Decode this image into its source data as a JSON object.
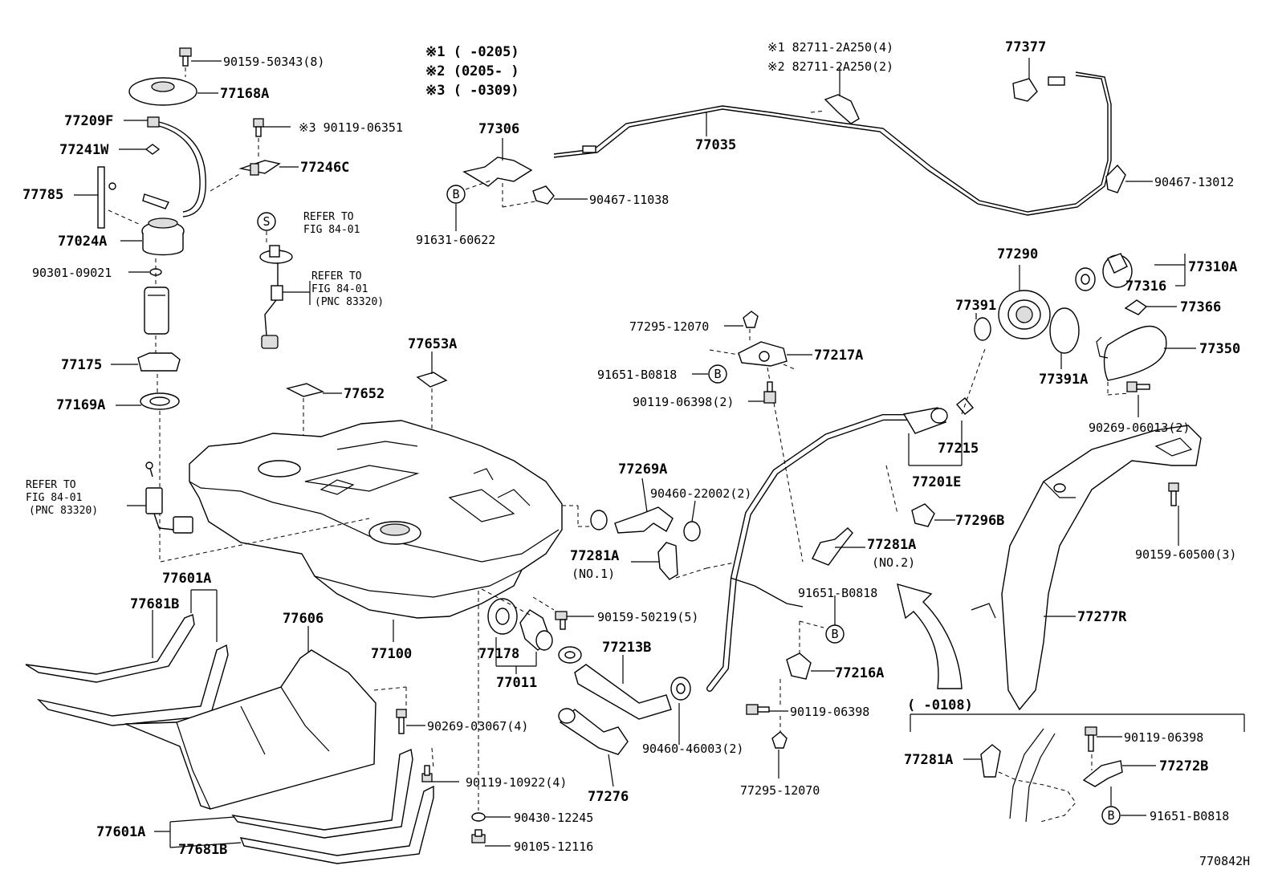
{
  "legend": {
    "line1": "※1 (     -0205)",
    "line2": "※2 (0205-     )",
    "line3": "※3 (     -0309)"
  },
  "drawing_number": "770842H",
  "inset": {
    "label": "(      -0108)"
  },
  "parts": {
    "p90159_50343": "90159-50343(8)",
    "p77168A": "77168A",
    "p77209F": "77209F",
    "p90119_06351": "※3 90119-06351",
    "p77241W": "77241W",
    "p77246C": "77246C",
    "p77785": "77785",
    "p77024A": "77024A",
    "p90301_09021": "90301-09021",
    "p77175": "77175",
    "p77169A": "77169A",
    "refer1": "REFER TO",
    "refer1b": "FIG 84-01",
    "refer2": "REFER TO",
    "refer2b": "FIG 84-01",
    "refer2c": "(PNC 83320)",
    "refer3": "REFER TO",
    "refer3b": "FIG 84-01",
    "refer3c": "(PNC 83320)",
    "p77652": "77652",
    "p77653A": "77653A",
    "p77306": "77306",
    "p90467_11038": "90467-11038",
    "p91631_60622": "91631-60622",
    "p77035": "77035",
    "p82711a": "※1 82711-2A250(4)",
    "p82711b": "※2 82711-2A250(2)",
    "p77377": "77377",
    "p90467_13012": "90467-13012",
    "p77290": "77290",
    "p77310A": "77310A",
    "p77316": "77316",
    "p77391": "77391",
    "p77366": "77366",
    "p77350": "77350",
    "p77391A": "77391A",
    "p90269_06013": "90269-06013(2)",
    "p77295_12070a": "77295-12070",
    "p77217A": "77217A",
    "p91651_B0818a": "91651-B0818",
    "p90119_06398a": "90119-06398(2)",
    "p77215": "77215",
    "p77201E": "77201E",
    "p77296B": "77296B",
    "p77269A": "77269A",
    "p90460_22002": "90460-22002(2)",
    "p77281A_no1": "77281A",
    "no1": "(NO.1)",
    "p77281A_no2": "77281A",
    "no2": "(NO.2)",
    "p91651_B0818b": "91651-B0818",
    "p90159_60500": "90159-60500(3)",
    "p77277R": "77277R",
    "p77601A_top": "77601A",
    "p77681B_top": "77681B",
    "p77606": "77606",
    "p77100": "77100",
    "p90159_50219": "90159-50219(5)",
    "p77178": "77178",
    "p77011": "77011",
    "p77213B": "77213B",
    "p77216A": "77216A",
    "p90269_03067": "90269-03067(4)",
    "p90119_10922": "90119-10922(4)",
    "p90460_46003": "90460-46003(2)",
    "p90119_06398b": "90119-06398",
    "p77276": "77276",
    "p77295_12070b": "77295-12070",
    "p90430_12245": "90430-12245",
    "p90105_12116": "90105-12116",
    "p77601A_bot": "77601A",
    "p77681B_bot": "77681B",
    "p77281A_inset": "77281A",
    "p90119_06398c": "90119-06398",
    "p77272B": "77272B",
    "p91651_B0818c": "91651-B0818",
    "circleB": "B",
    "circleS": "S"
  }
}
